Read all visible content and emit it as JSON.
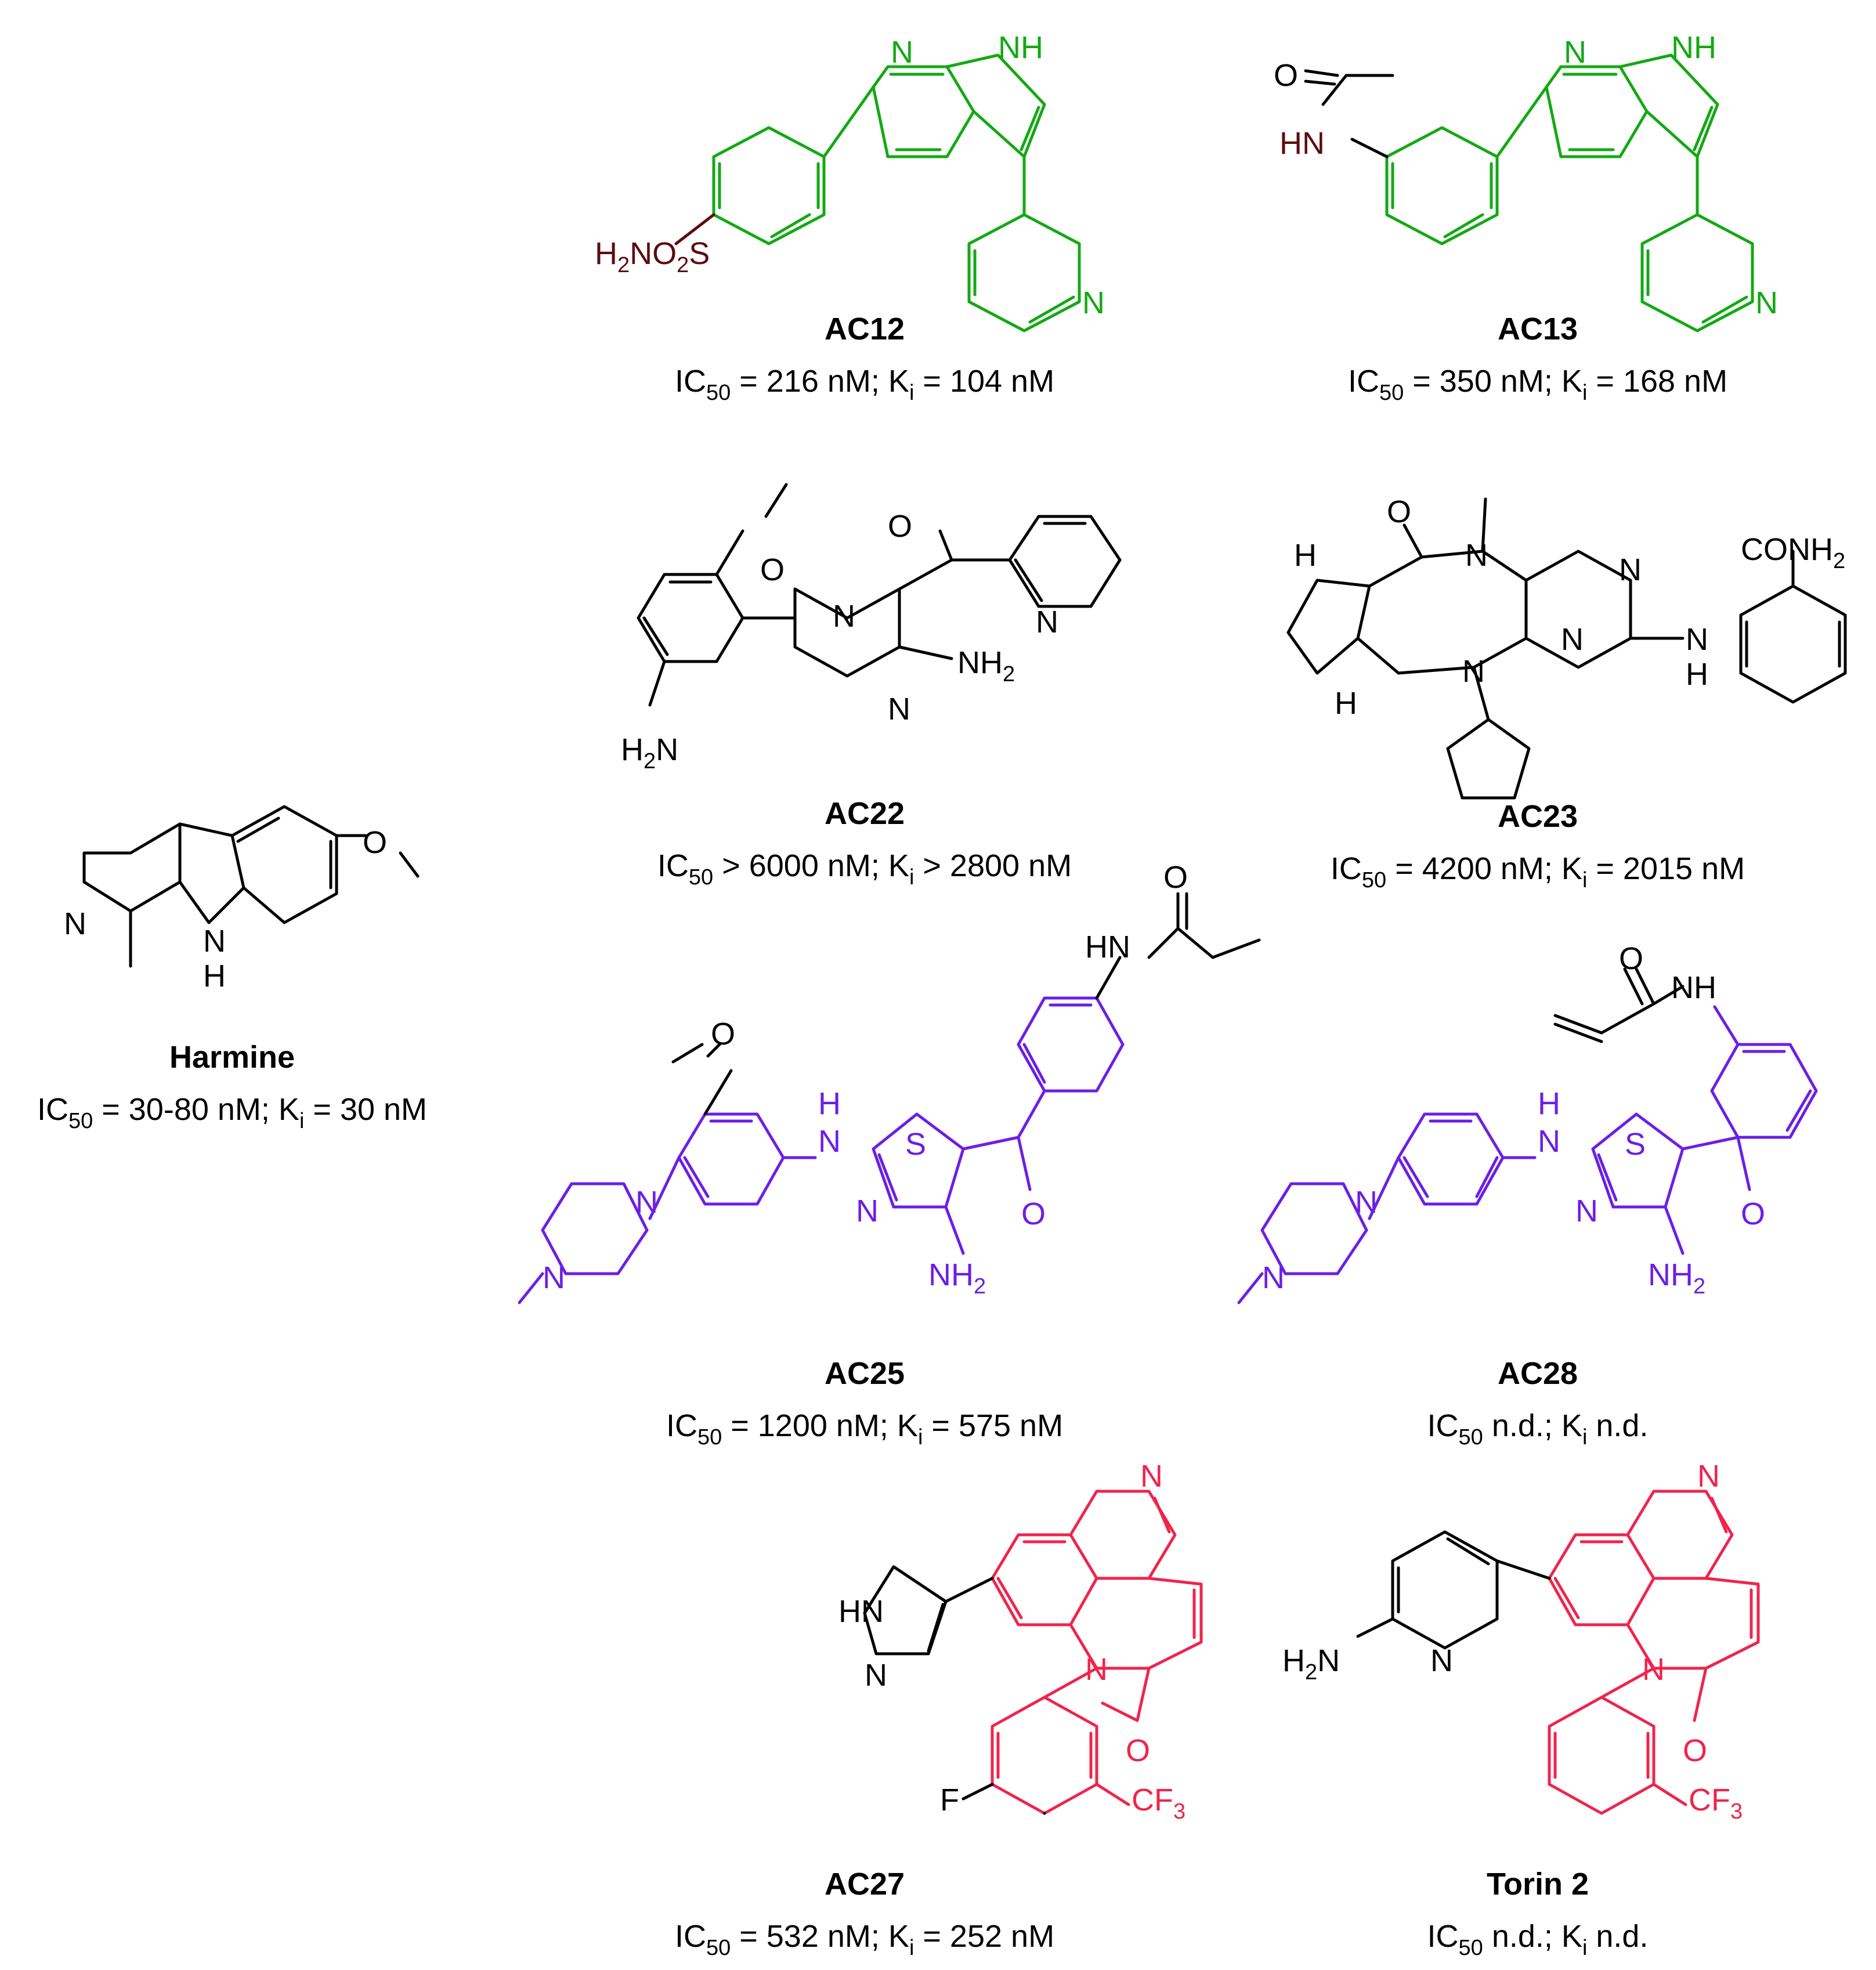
{
  "colors": {
    "green": "#13a913",
    "purple": "#6b1fe6",
    "red": "#f0244b",
    "brown": "#5b0d0d",
    "black": "#000000"
  },
  "compounds": [
    {
      "id": "harmine",
      "name": "Harmine",
      "ic50_rel": "=",
      "ic50": "30-80 nM",
      "ki_rel": "=",
      "ki": "30 nM"
    },
    {
      "id": "ac12",
      "name": "AC12",
      "ic50_rel": "=",
      "ic50": "216 nM",
      "ki_rel": "=",
      "ki": "104 nM"
    },
    {
      "id": "ac13",
      "name": "AC13",
      "ic50_rel": "=",
      "ic50": "350 nM",
      "ki_rel": "=",
      "ki": "168 nM"
    },
    {
      "id": "ac22",
      "name": "AC22",
      "ic50_rel": ">",
      "ic50": "6000 nM",
      "ki_rel": ">",
      "ki": "2800 nM"
    },
    {
      "id": "ac23",
      "name": "AC23",
      "ic50_rel": "=",
      "ic50": "4200 nM",
      "ki_rel": "=",
      "ki": "2015 nM"
    },
    {
      "id": "ac25",
      "name": "AC25",
      "ic50_rel": "=",
      "ic50": "1200 nM",
      "ki_rel": "=",
      "ki": "575 nM"
    },
    {
      "id": "ac28",
      "name": "AC28",
      "ic50_rel": "",
      "ic50": "n.d.",
      "ki_rel": "",
      "ki": "n.d."
    },
    {
      "id": "ac27",
      "name": "AC27",
      "ic50_rel": "=",
      "ic50": "532 nM",
      "ki_rel": "=",
      "ki": "252 nM"
    },
    {
      "id": "torin2",
      "name": "Torin 2",
      "ic50_rel": "",
      "ic50": "n.d.",
      "ki_rel": "",
      "ki": "n.d."
    }
  ],
  "labels": {
    "ic": "IC",
    "ic_sub": "50",
    "k": "K",
    "k_sub": "i",
    "sep": ";"
  },
  "atoms": {
    "N": "N",
    "NH": "NH",
    "HN": "HN",
    "H": "H",
    "O": "O",
    "S": "S",
    "F": "F",
    "H2N": "H",
    "H2N_N": "N",
    "sub2": "2",
    "sub3": "3",
    "NH2_N": "NH",
    "NO2S": "NO",
    "S_after": "S",
    "CONH": "CONH",
    "CF": "CF"
  }
}
